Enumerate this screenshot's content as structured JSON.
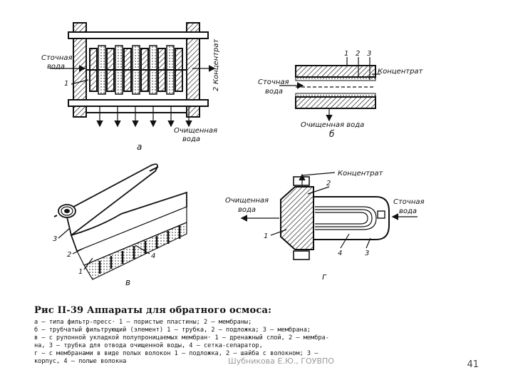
{
  "figure_a": {
    "label_waste_water_1": "Сточная",
    "label_waste_water_2": "вода",
    "label_concentrate": "Концентрат",
    "label_1": "1",
    "label_2": "2",
    "label_clean_1": "Очищенная",
    "label_clean_2": "вода",
    "panel_letter": "а"
  },
  "figure_b": {
    "label_1": "1",
    "label_2": "2",
    "label_3": "3",
    "label_waste_water_1": "Сточная",
    "label_waste_water_2": "вода",
    "label_concentrate": "Концентрат",
    "label_clean_1": "Очищенная вода",
    "panel_letter": "б"
  },
  "figure_v": {
    "label_3": "3",
    "label_2": "2",
    "label_1": "1",
    "label_4": "4",
    "panel_letter": "в"
  },
  "figure_g": {
    "label_concentrate": "Концентрат",
    "label_2": "2",
    "label_clean_1": "Очищенная",
    "label_clean_2": "вода",
    "label_waste_1": "Сточная",
    "label_waste_2": "вода",
    "label_1": "1",
    "label_4": "4",
    "label_3": "3",
    "panel_letter": "г"
  },
  "caption": {
    "title": "Рис II-39 Аппараты для обратного осмоса:",
    "lines": [
      "а — типа фильтр-пресс· 1 — пористые пластины; 2 — мембраны;",
      "б — трубчатый фильтрующий (элемент) 1 — трубка, 2 — подложка; 3 — мембрана;",
      "в — с рулонной укладкой полупроницаемых мембран· 1 — дренажный слой, 2 — мембра-",
      "на, 3 — трубка для отвода очищенной воды, 4 — сетка-сепаратор,",
      "г — с мембранами в виде полых волокон 1 — подложка, 2 — шайба с волокном; 3 —",
      "корпус, 4 — полые волокна"
    ]
  },
  "footer": {
    "text": "Шубникова Е.Ю., ГОУВПО"
  },
  "page_number": "41"
}
